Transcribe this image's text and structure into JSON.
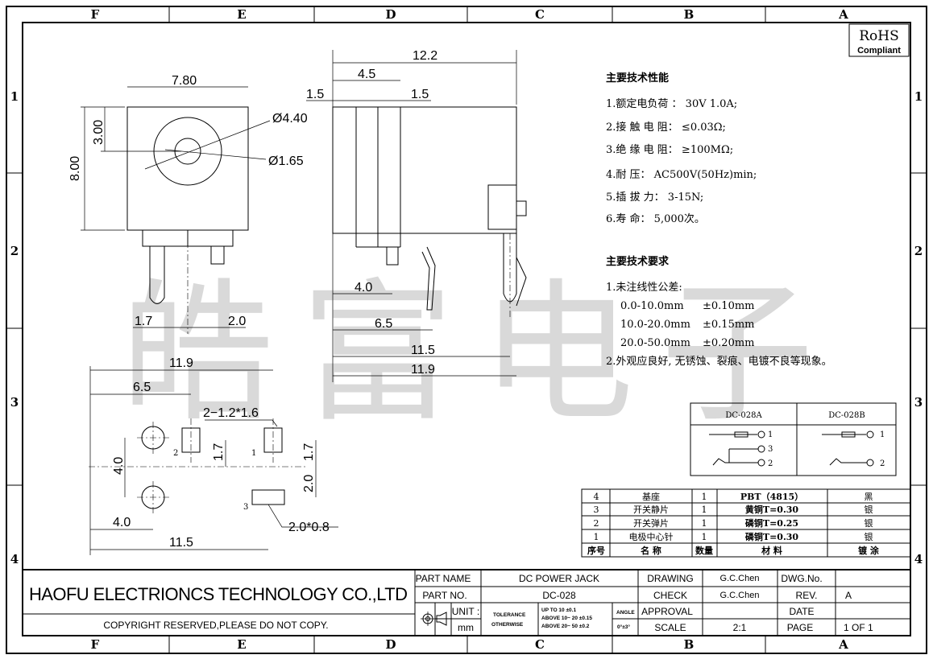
{
  "frame": {
    "columns": [
      "F",
      "E",
      "D",
      "C",
      "B",
      "A"
    ],
    "rows": [
      "1",
      "2",
      "3",
      "4"
    ]
  },
  "watermark": "皓富电子",
  "badge": {
    "line1": "RoHS",
    "line2": "Compliant"
  },
  "dimensions": {
    "front_width": "7.80",
    "front_height": "8.00",
    "front_center": "3.00",
    "dia_outer": "Ø4.40",
    "dia_inner": "Ø1.65",
    "pin_left": "1.7",
    "pin_right": "2.0",
    "side_total": "12.2",
    "side_mid": "4.5",
    "side_left": "1.5",
    "side_right": "1.5",
    "side_4": "4.0",
    "side_65": "6.5",
    "side_115": "11.5",
    "side_119": "11.9",
    "pcb_119": "11.9",
    "pcb_65": "6.5",
    "pcb_slot": "2−1.2*1.6",
    "pcb_40v": "4.0",
    "pcb_17a": "1.7",
    "pcb_17b": "1.7",
    "pcb_20": "2.0",
    "pcb_40h": "4.0",
    "pcb_115": "11.5",
    "pcb_slot2": "2.0*0.8",
    "pad1": "1",
    "pad2": "2",
    "pad3": "3"
  },
  "specs": {
    "title": "主要技术性能",
    "items": [
      "1.额定电负荷  ： 30V 1.0A;",
      "2.接 触 电 阻： ≤0.03Ω;",
      "3.绝 缘 电 阻： ≥100MΩ;",
      "4.耐        压： AC500V(50Hz)min;",
      "5.插   拔    力： 3-15N;",
      "6.寿          命： 5,000次。"
    ]
  },
  "requirements": {
    "title": "主要技术要求",
    "line1": "1.未注线性公差:",
    "tolerances": [
      {
        "range": "0.0-10.0mm",
        "tol": "±0.10mm"
      },
      {
        "range": "10.0-20.0mm",
        "tol": "±0.15mm"
      },
      {
        "range": "20.0-50.0mm",
        "tol": "±0.20mm"
      }
    ],
    "line2": "2.外观应良好, 无锈蚀、裂痕、电镀不良等现象。"
  },
  "variants": {
    "a": {
      "name": "DC-028A",
      "pins": [
        "1",
        "3",
        "2"
      ]
    },
    "b": {
      "name": "DC-028B",
      "pins": [
        "1",
        "2"
      ]
    }
  },
  "bom": {
    "rows": [
      [
        "4",
        "基座",
        "1",
        "PBT（4815）",
        "黑"
      ],
      [
        "3",
        "开关静片",
        "1",
        "黄铜T=0.30",
        "银"
      ],
      [
        "2",
        "开关弹片",
        "1",
        "磷铜T=0.25",
        "银"
      ],
      [
        "1",
        "电极中心针",
        "1",
        "磷铜T=0.30",
        "银"
      ]
    ],
    "header": [
      "序号",
      "名  称",
      "数量",
      "材   料",
      "镀   涂"
    ]
  },
  "title_block": {
    "company": "HAOFU ELECTRIONCS TECHNOLOGY CO.,LTD",
    "copyright": "COPYRIGHT RESERVED,PLEASE DO NOT COPY.",
    "part_name_label": "PART NAME",
    "part_name": "DC POWER JACK",
    "part_no_label": "PART NO.",
    "part_no": "DC-028",
    "unit_label": "UNIT :",
    "unit": "mm",
    "tolerance_label1": "TOLERANCE",
    "tolerance_label2": "OTHERWISE",
    "tol1": "UP TO 10        ±0.1",
    "tol2": "ABOVE 10~  20  ±0.15",
    "tol3": "ABOVE 20~  50  ±0.2",
    "angle_label": "ANGLE",
    "angle": "0°±3°",
    "drawing_label": "DRAWING",
    "drawing": "G.C.Chen",
    "check_label": "CHECK",
    "check": "G.C.Chen",
    "approval_label": "APPROVAL",
    "approval": "",
    "scale_label": "SCALE",
    "scale": "2:1",
    "dwg_label": "DWG.No.",
    "dwg": "",
    "rev_label": "REV.",
    "rev": "A",
    "date_label": "DATE",
    "date": "",
    "page_label": "PAGE",
    "page": "1 OF 1"
  }
}
